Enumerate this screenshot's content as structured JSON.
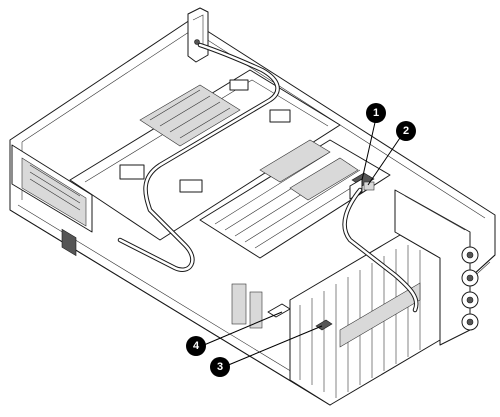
{
  "callouts": [
    {
      "label": "1"
    },
    {
      "label": "2"
    },
    {
      "label": "3"
    },
    {
      "label": "4"
    }
  ],
  "colors": {
    "line": "#1a1a1a",
    "callout_fill": "#000000",
    "callout_text": "#ffffff",
    "background": "#ffffff"
  }
}
